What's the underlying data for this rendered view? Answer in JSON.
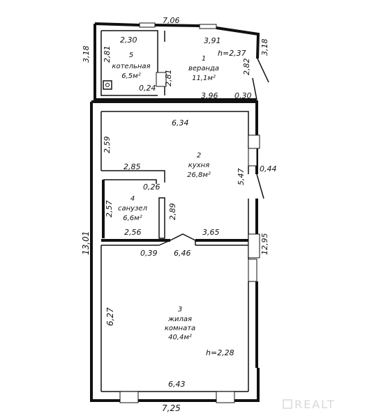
{
  "plan": {
    "dims": {
      "top_total": "7,06",
      "boiler_w": "2,30",
      "veranda_w": "3,91",
      "veranda_h": "h=2,37",
      "left_ext_318": "3,18",
      "right_ext_318": "3,18",
      "boiler_h": "2,81",
      "veranda_side": "2,82",
      "partition_281": "2,81",
      "wall_024": "0,24",
      "veranda_bottom": "3,96",
      "wall_030": "0,30",
      "kitchen_w": "6,34",
      "kitchen_left": "2,59",
      "bath_w_top": "2,85",
      "bath_wall": "0,26",
      "bath_h": "2,57",
      "bath_partition": "2,89",
      "bath_w_bottom": "2,56",
      "kitchen_bottom": "3,65",
      "kitchen_side": "5,47",
      "wall_044": "0,44",
      "total_height": "13,01",
      "right_total": "12,95",
      "wall_039": "0,39",
      "living_w": "6,46",
      "living_h": "6,27",
      "living_height": "h=2,28",
      "living_bottom": "6,43",
      "bottom_total": "7,25"
    },
    "rooms": {
      "r1_num": "1",
      "r1_name": "веранда",
      "r1_area": "11,1м²",
      "r2_num": "2",
      "r2_name": "кухня",
      "r2_area": "26,8м²",
      "r3_num": "3",
      "r3_name1": "жилая",
      "r3_name2": "комната",
      "r3_area": "40,4м²",
      "r4_num": "4",
      "r4_name": "санузел",
      "r4_area": "6,6м²",
      "r5_num": "5",
      "r5_name": "котельная",
      "r5_area": "6,5м²"
    },
    "watermark": "REALT"
  }
}
